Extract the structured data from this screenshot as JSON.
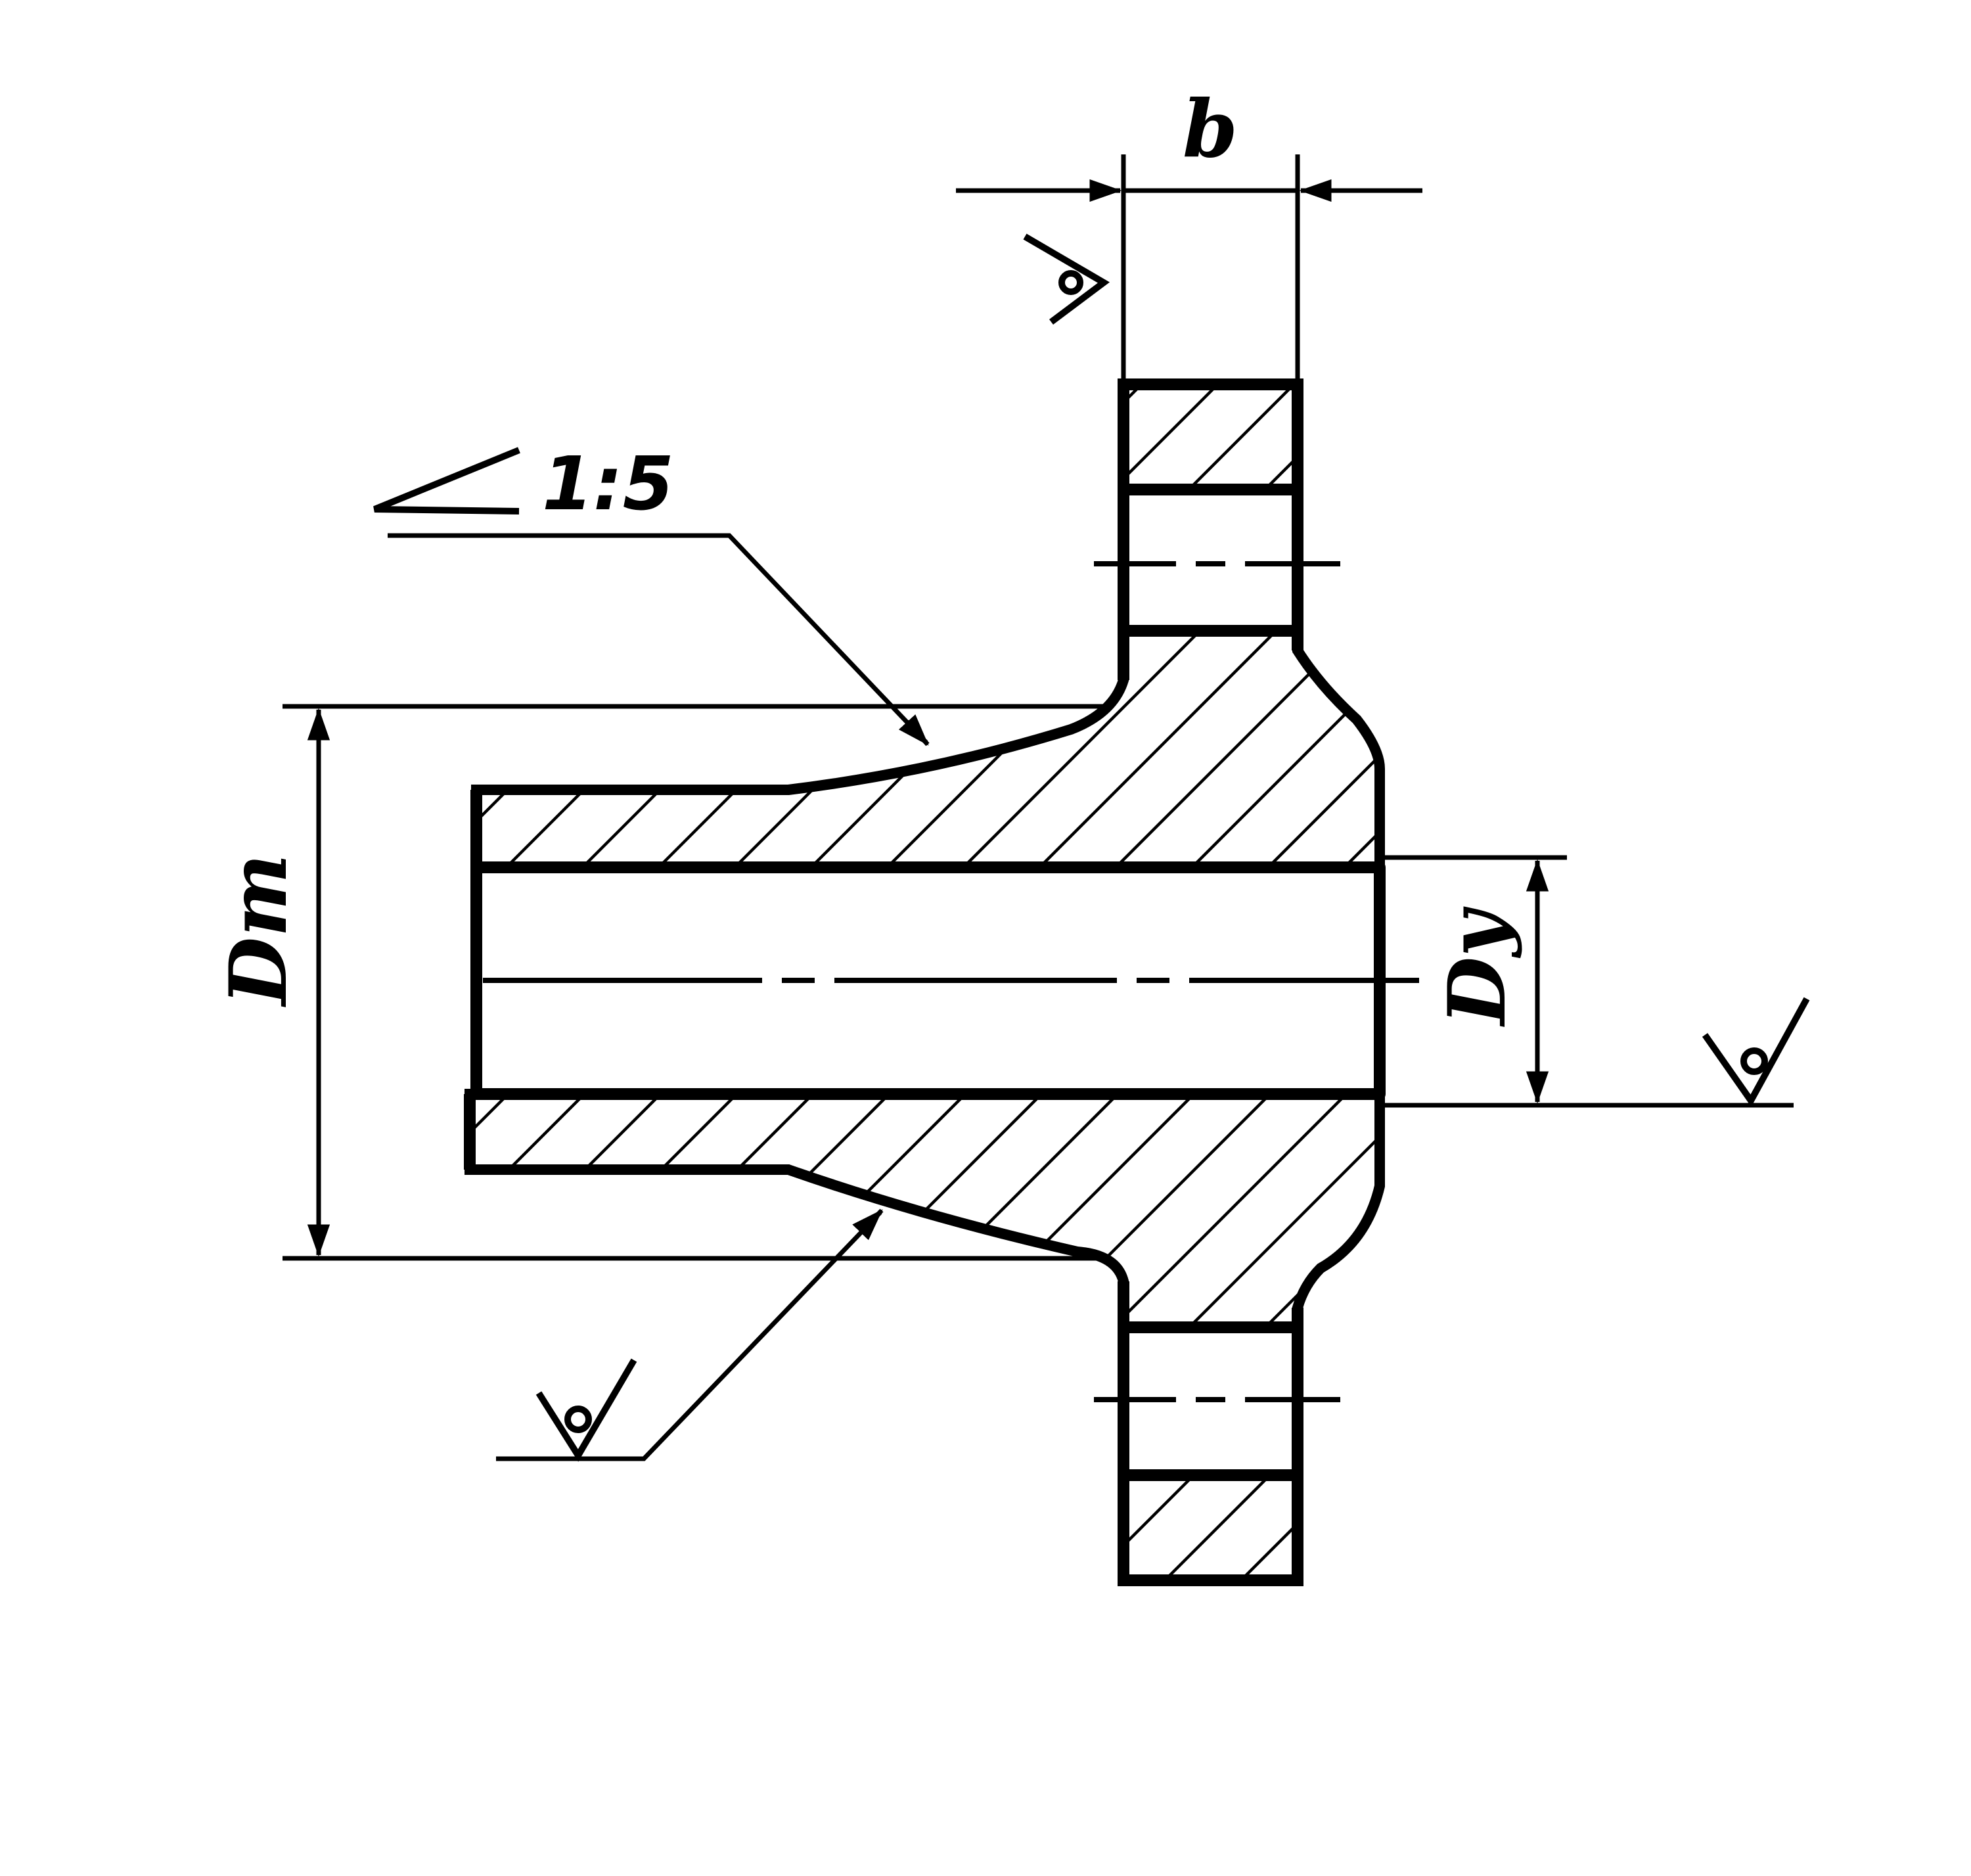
{
  "drawing": {
    "labels": {
      "flange_thickness": "b",
      "hub_outer_diameter": "Dm",
      "nominal_bore": "Dy",
      "taper_ratio": "1:5"
    },
    "icons": {
      "surface_finish": "surface-finish-symbol",
      "taper": "taper-symbol"
    },
    "colors": {
      "ink": "#000000",
      "paper": "#ffffff"
    }
  }
}
